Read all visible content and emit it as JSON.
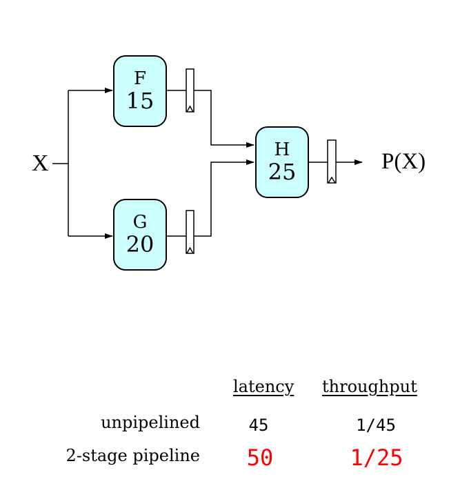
{
  "diagram": {
    "input_label": "X",
    "output_label": "P(X)",
    "blocks": {
      "f": {
        "name": "F",
        "delay": "15"
      },
      "g": {
        "name": "G",
        "delay": "20"
      },
      "h": {
        "name": "H",
        "delay": "25"
      }
    }
  },
  "performance": {
    "headers": {
      "latency": "latency",
      "throughput": "throughput"
    },
    "rows": [
      {
        "label": "unpipelined",
        "latency": "45",
        "throughput": "1/45"
      },
      {
        "label": "2-stage pipeline",
        "latency": "50",
        "throughput": "1/25"
      }
    ],
    "highlight_color": "#ff0000"
  }
}
